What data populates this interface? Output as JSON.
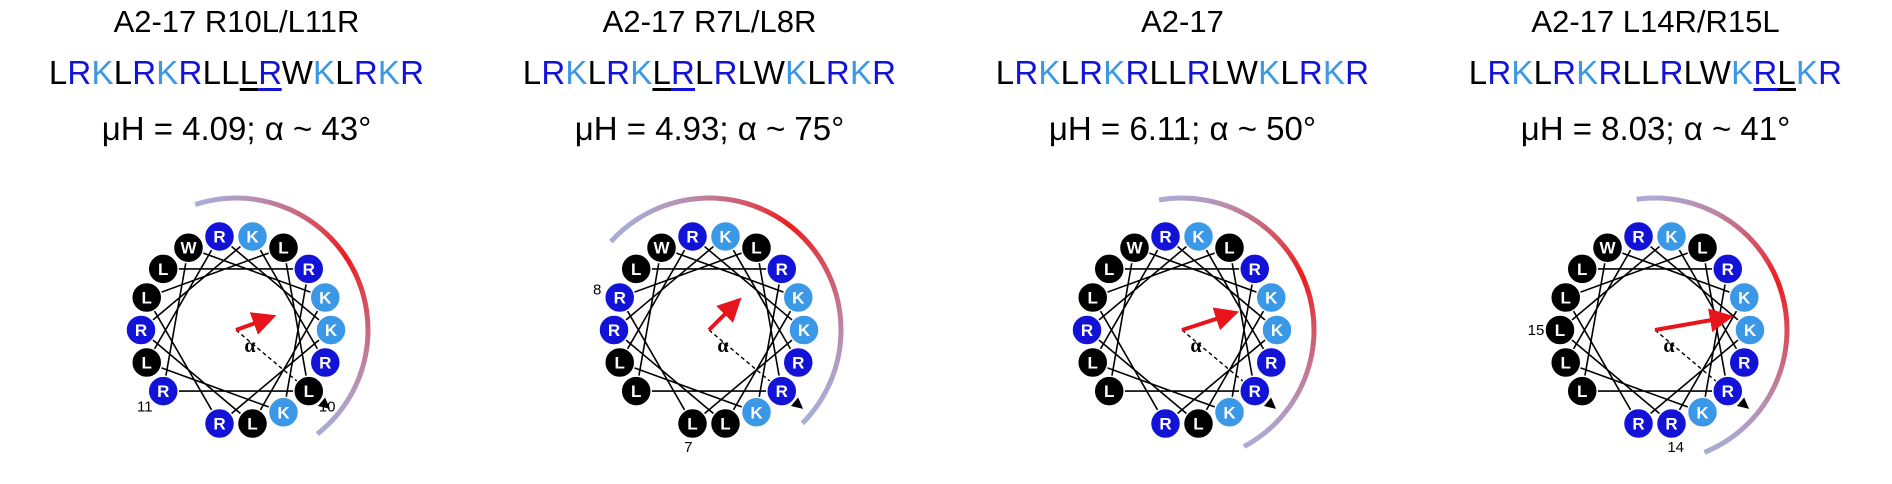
{
  "colors": {
    "R": "#1313d8",
    "K": "#3a98e6",
    "L": "#000000",
    "W": "#000000",
    "arrow": "#e8141c",
    "arc_red": "#ee1c1c",
    "arc_blue": "#a9acd6"
  },
  "panels": [
    {
      "title": "A2-17 R10L/L11R",
      "sequence": "LRKLRKRLLLRWKLRKR",
      "underlined": [
        9,
        10
      ],
      "stat": "μH = 4.09; α ~ 43°",
      "alpha_label": "α",
      "number_labels": [
        {
          "text": "11",
          "pos": 10
        },
        {
          "text": "10",
          "pos": 9
        }
      ],
      "arrow_angle": -20,
      "arrow_len": 35,
      "arc_start": -108,
      "arc_end": 52
    },
    {
      "title": "A2-17 R7L/L8R",
      "sequence": "LRKLRKLRLRLWKLRKR",
      "underlined": [
        6,
        7
      ],
      "stat": "μH = 4.93; α ~ 75°",
      "alpha_label": "α",
      "number_labels": [
        {
          "text": "7",
          "pos": 6
        },
        {
          "text": "8",
          "pos": 7
        }
      ],
      "arrow_angle": -45,
      "arrow_len": 38,
      "arc_start": -138,
      "arc_end": 45
    },
    {
      "title": "A2-17",
      "sequence": "LRKLRKRLLRLWKLRKR",
      "underlined": [],
      "stat": "μH = 6.11; α ~ 50°",
      "alpha_label": "α",
      "number_labels": [],
      "arrow_angle": -18,
      "arrow_len": 52,
      "arc_start": -100,
      "arc_end": 62
    },
    {
      "title": "A2-17 L14R/R15L",
      "sequence": "LRKLRKRLLRLWKRLKR",
      "underlined": [
        13,
        14
      ],
      "stat": "μH = 8.03; α ~ 41°",
      "alpha_label": "α",
      "number_labels": [
        {
          "text": "14",
          "pos": 13
        },
        {
          "text": "15",
          "pos": 14
        }
      ],
      "arrow_angle": -10,
      "arrow_len": 72,
      "arc_start": -98,
      "arc_end": 68
    }
  ]
}
